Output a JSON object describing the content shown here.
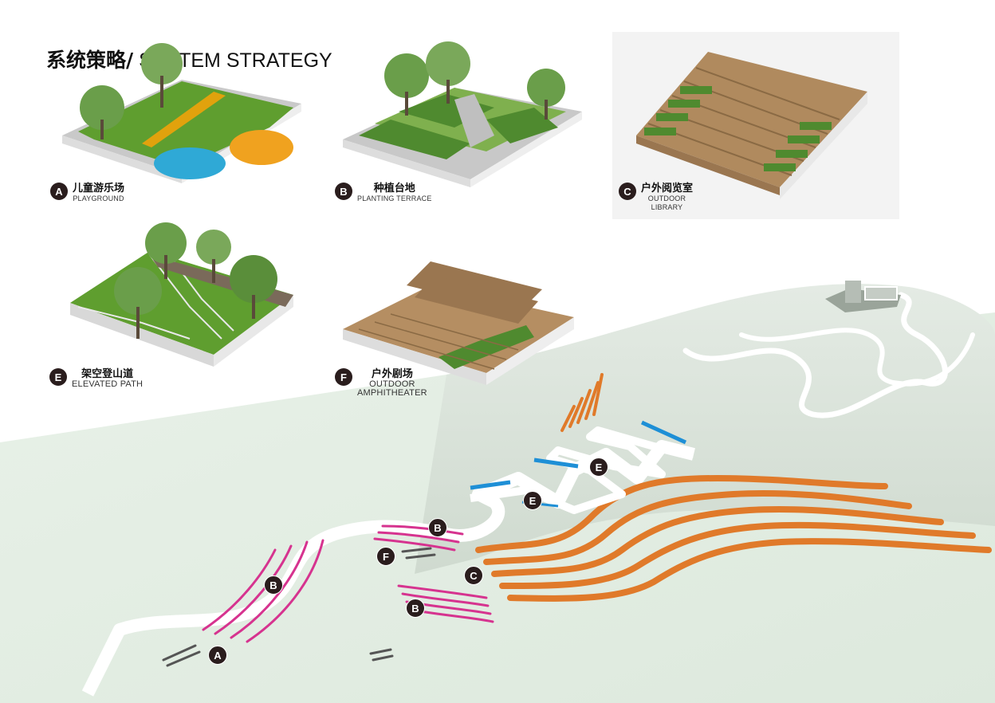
{
  "title": {
    "cn": "系统策略/",
    "en": " SYSTEM STRATEGY"
  },
  "strategies": [
    {
      "letter": "A",
      "cn": "儿童游乐场",
      "en": "PLAYGROUND"
    },
    {
      "letter": "B",
      "cn": "种植台地",
      "en": "PLANTING TERRACE"
    },
    {
      "letter": "C",
      "cn": "户外阅览室",
      "en": "OUTDOOR\nLIBRARY"
    },
    {
      "letter": "E",
      "cn": "架空登山道",
      "en": "ELEVATED PATH"
    },
    {
      "letter": "F",
      "cn": "户外剧场",
      "en": "OUTDOOR\nAMPHITHEATER"
    }
  ],
  "map_markers": [
    "E",
    "E",
    "B",
    "B",
    "F",
    "C",
    "B",
    "A"
  ],
  "colors": {
    "terrace_pink": "#d6338f",
    "orange_band": "#e07a2a",
    "elevated_blue": "#1e8fd6",
    "site_green": "#e4efe4",
    "grass": "#5f9e2f",
    "wood": "#b08a5e",
    "badge": "#2a1d1d"
  }
}
